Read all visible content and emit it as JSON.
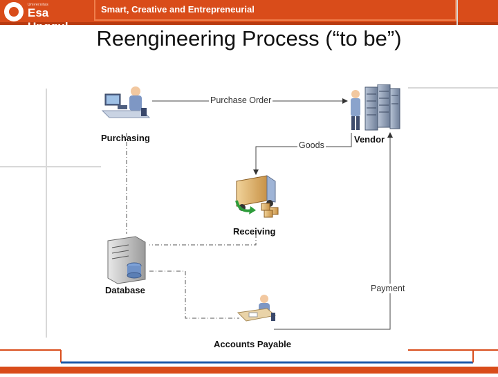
{
  "header": {
    "logo_small": "Universitas",
    "logo_name": "Esa Unggul",
    "tagline": "Smart, Creative and Entrepreneurial"
  },
  "slide": {
    "title": "Reengineering Process (“to be”)"
  },
  "diagram": {
    "nodes": {
      "purchasing": "Purchasing",
      "vendor": "Vendor",
      "receiving": "Receiving",
      "database": "Database",
      "accounts_payable": "Accounts Payable"
    },
    "edges": {
      "purchase_order": "Purchase Order",
      "goods": "Goods",
      "payment": "Payment"
    }
  },
  "colors": {
    "brand": "#d94c1a",
    "brand_light": "#f07f4c",
    "connector": "#555555"
  }
}
